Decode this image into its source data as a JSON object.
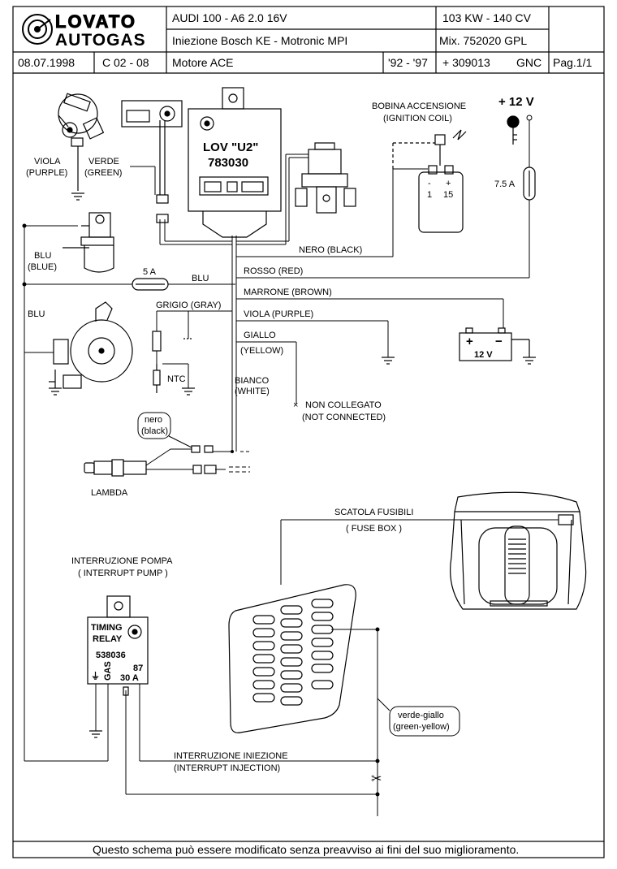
{
  "header": {
    "brand_line1": "LOVATO",
    "brand_line2": "AUTOGAS",
    "model": "AUDI 100 - A6  2.0  16V",
    "power": "103 KW - 140 CV",
    "injection": "Iniezione Bosch  KE - Motronic MPI",
    "mix": "Mix. 752020  GPL",
    "date": "08.07.1998",
    "code": "C 02 - 08",
    "engine": "Motore ACE",
    "years": "'92 - '97",
    "kit": "+ 309013",
    "gnc": "GNC",
    "page": "Pag.1/1"
  },
  "labels": {
    "ecu_name": "LOV \"U2\"",
    "ecu_code": "783030",
    "coil_it": "BOBINA ACCENSIONE",
    "coil_en": "(IGNITION COIL)",
    "coil_minus": "1",
    "coil_plus": "15",
    "coil_minus_sign": "-",
    "coil_plus_sign": "+",
    "supply": "+ 12 V",
    "fuse_7_5": "7.5 A",
    "viola": "VIOLA",
    "purple": "(PURPLE)",
    "verde": "VERDE",
    "green": "(GREEN)",
    "blu1": "BLU",
    "blue1": "(BLUE)",
    "fuse_5": "5 A",
    "blu2": "BLU",
    "blu3": "BLU",
    "nero_black": "NERO (BLACK)",
    "rosso_red": "ROSSO (RED)",
    "marrone_brown": "MARRONE (BROWN)",
    "viola_purple": "VIOLA (PURPLE)",
    "grigio_gray": "GRIGIO (GRAY)",
    "giallo": "GIALLO",
    "yellow": "(YELLOW)",
    "ntc": "NTC",
    "bianco": "BIANCO",
    "white": "(WHITE)",
    "non_collegato": "NON COLLEGATO",
    "not_connected": "(NOT CONNECTED)",
    "batt_plus": "+",
    "batt_minus": "−",
    "batt_12v": "12 V",
    "nero": "nero",
    "black": "(black)",
    "lambda": "LAMBDA",
    "fusebox_it": "SCATOLA FUSIBILI",
    "fusebox_en": "( FUSE BOX )",
    "pump_it": "INTERRUZIONE POMPA",
    "pump_en": "( INTERRUPT PUMP )",
    "relay_1": "TIMING",
    "relay_2": "RELAY",
    "relay_code": "538036",
    "relay_gas": "GAS",
    "relay_87": "87",
    "relay_30a": "30 A",
    "verde_giallo": "verde-giallo",
    "green_yellow": "(green-yellow)",
    "inj_it": "INTERRUZIONE INIEZIONE",
    "inj_en": "(INTERRUPT INJECTION)"
  },
  "footer": "Questo schema può essere modificato senza preavviso ai fini del suo miglioramento."
}
